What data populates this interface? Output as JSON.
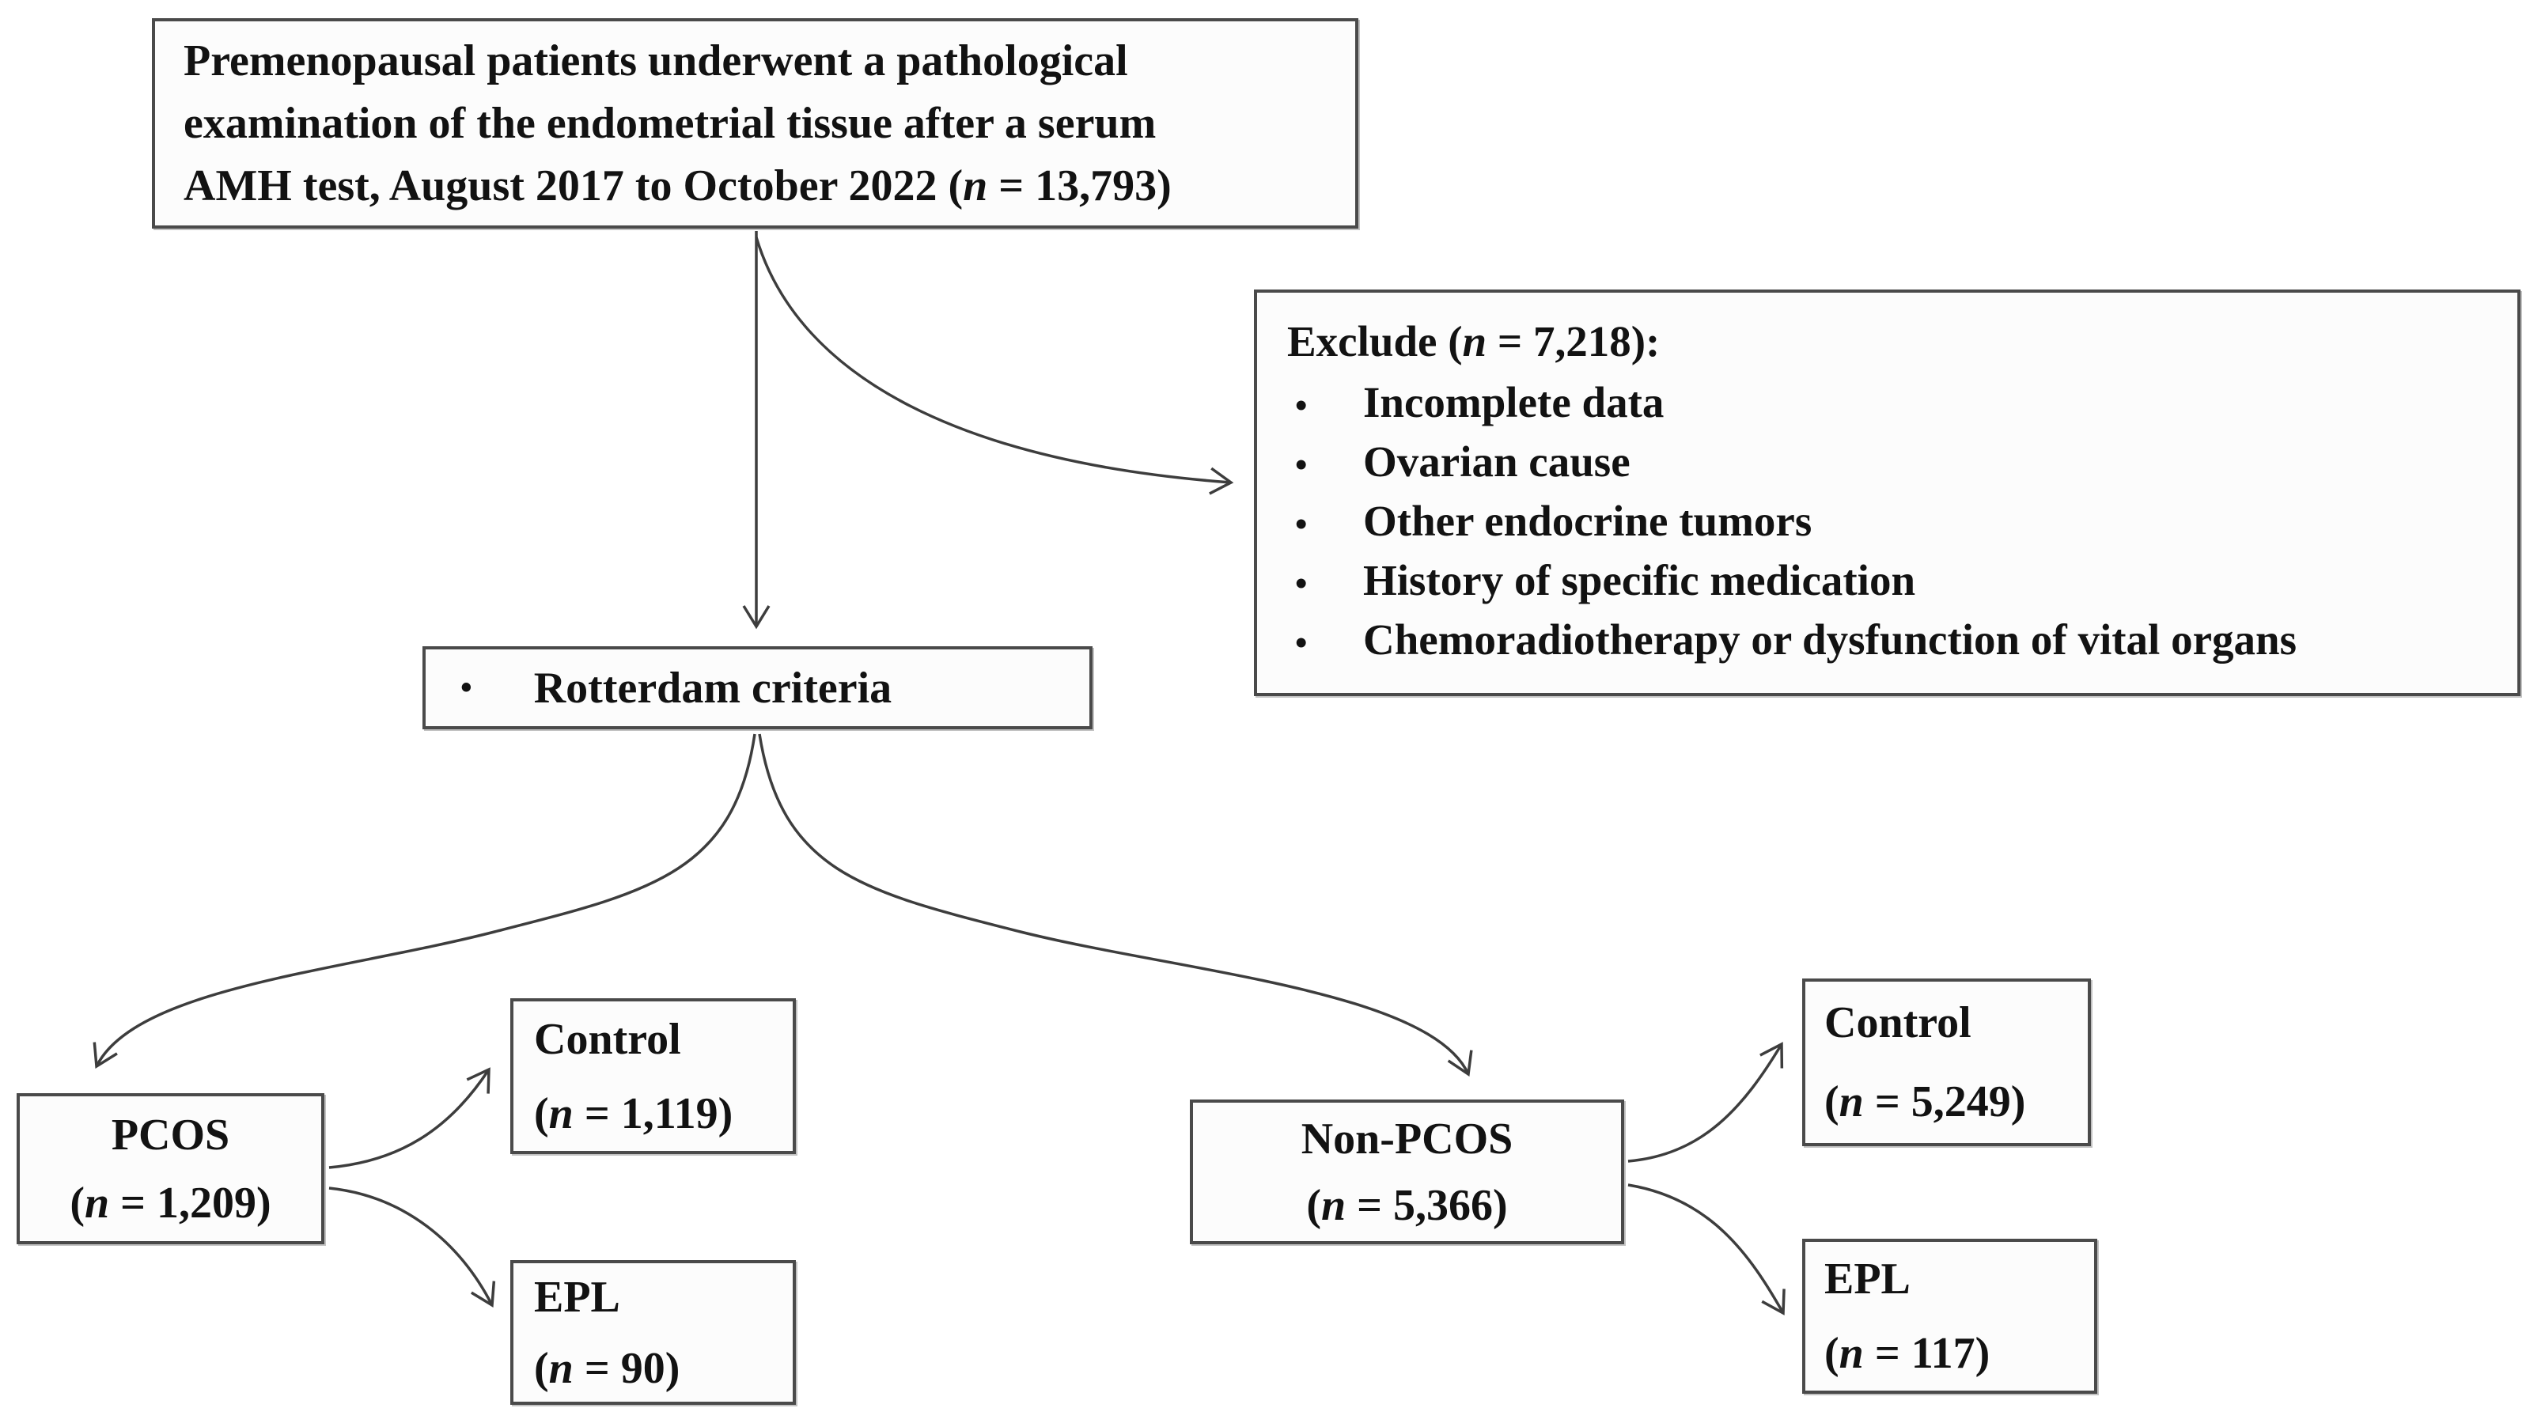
{
  "n_symbol": "n",
  "colors": {
    "background": "#ffffff",
    "box_fill": "#fcfcfc",
    "border": "#4a4a4a",
    "text": "#121212",
    "arrow": "#3d3d3d"
  },
  "top_box": {
    "line1": "Premenopausal patients underwent a pathological",
    "line2": "examination of the endometrial tissue after a serum",
    "line3_prefix": "AMH test, August 2017 to October 2022 (",
    "line3_suffix": " = 13,793)"
  },
  "exclude_box": {
    "title_prefix": "Exclude (",
    "title_suffix": " = 7,218):",
    "bullet": "•",
    "items": [
      "Incomplete data",
      "Ovarian cause",
      "Other endocrine tumors",
      "History of specific medication",
      "Chemoradiotherapy or dysfunction of vital organs"
    ]
  },
  "rotterdam_box": {
    "bullet": "•",
    "label": "Rotterdam criteria"
  },
  "pcos_box": {
    "title": "PCOS",
    "count_prefix": "(",
    "count_suffix": " = 1,209)"
  },
  "control_left_box": {
    "title": "Control",
    "count_prefix": "(",
    "count_suffix": " = 1,119)"
  },
  "epl_left_box": {
    "title": "EPL",
    "count_prefix": "(",
    "count_suffix": " = 90)"
  },
  "nonpcos_box": {
    "title": "Non-PCOS",
    "count_prefix": "(",
    "count_suffix": " = 5,366)"
  },
  "control_right_box": {
    "title": "Control",
    "count_prefix": "(",
    "count_suffix": " = 5,249)"
  },
  "epl_right_box": {
    "title": "EPL",
    "count_prefix": "(",
    "count_suffix": " = 117)"
  }
}
